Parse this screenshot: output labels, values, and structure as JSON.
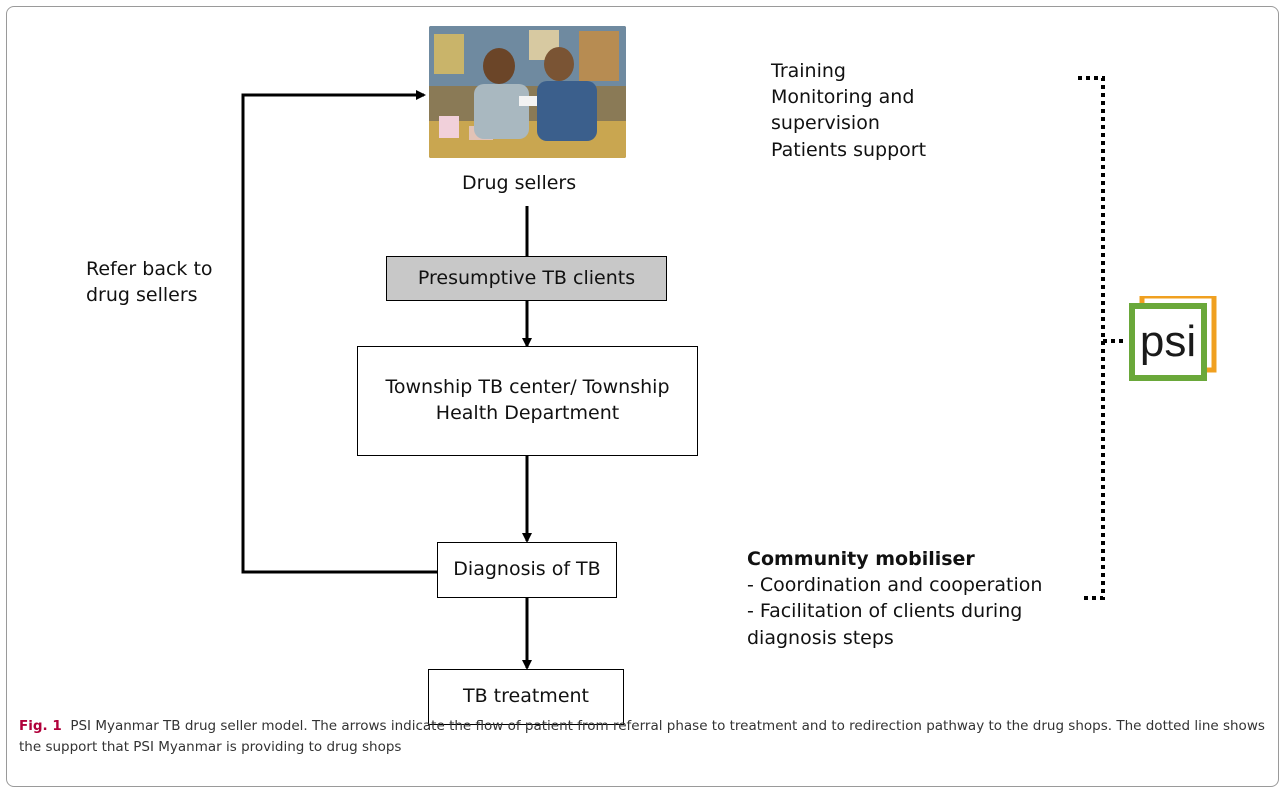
{
  "diagram": {
    "photo_caption": "Drug sellers",
    "nodes": {
      "presumptive": "Presumptive TB clients",
      "township_line1": "Township TB center/ Township",
      "township_line2": "Health Department",
      "diagnosis": "Diagnosis of TB",
      "treatment": "TB treatment"
    },
    "refer_back": {
      "line1": "Refer back to",
      "line2": "drug sellers"
    },
    "support_list": [
      "Training",
      "Monitoring and",
      "supervision",
      "Patients support"
    ],
    "community": {
      "title": "Community mobiliser",
      "items": [
        "- Coordination and cooperation",
        "- Facilitation of clients during",
        "diagnosis steps"
      ]
    },
    "logo_text": "psi",
    "colors": {
      "logo_green": "#6aa83a",
      "logo_orange": "#f0a020",
      "grey_box": "#c8c8c8",
      "caption_label": "#b0003a"
    }
  },
  "caption": {
    "label": "Fig. 1",
    "text": "PSI Myanmar TB drug seller model. The arrows indicate the flow of patient from referral phase to treatment and to redirection pathway to the drug shops. The dotted line shows the support that PSI Myanmar is providing to drug shops"
  }
}
